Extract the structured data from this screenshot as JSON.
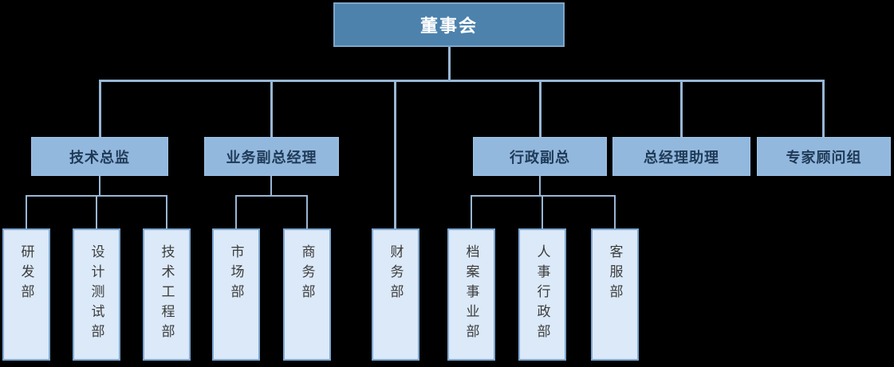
{
  "org": {
    "root": {
      "label": "董事会"
    },
    "managers": [
      {
        "label": "技术总监",
        "departments": [
          "研发部",
          "设计测试部",
          "技术工程部"
        ]
      },
      {
        "label": "业务副总经理",
        "departments": [
          "市场部",
          "商务部"
        ]
      },
      {
        "label": "行政副总",
        "departments": [
          "档案事业部",
          "人事行政部",
          "客服部"
        ]
      },
      {
        "label": "总经理助理",
        "departments": []
      },
      {
        "label": "专家顾问组",
        "departments": []
      }
    ],
    "root_departments": [
      "财务部"
    ]
  },
  "colors": {
    "background": "#000000",
    "root_fill": "#4d82ad",
    "root_border": "#7fa7c9",
    "root_text": "#ffffff",
    "level2_fill": "#93b8de",
    "level2_text": "#1f3a57",
    "level3_fill": "#dbe9f8",
    "level3_border": "#7ea8d2",
    "level3_text": "#3c3c3c",
    "connector_line": "#98b7d5"
  }
}
